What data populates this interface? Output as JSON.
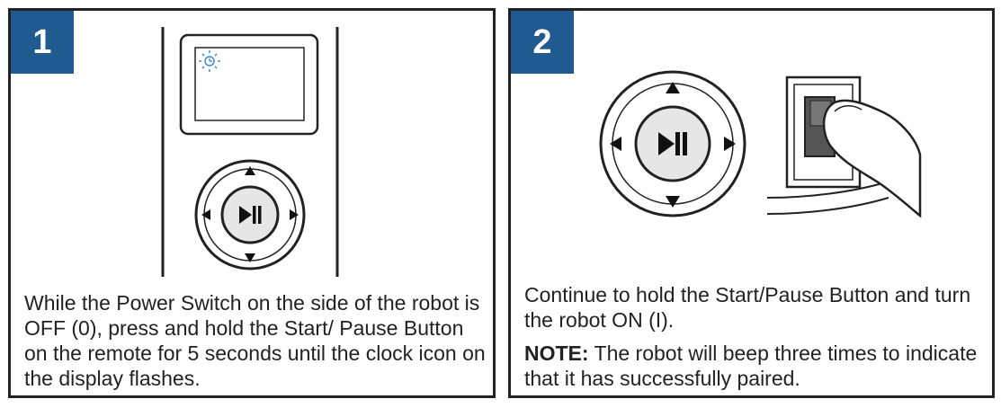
{
  "steps": [
    {
      "number": "1",
      "text": "While the Power Switch on the side of the robot is OFF (0), press and hold the Start/ Pause Button on the remote for 5 seconds until the clock icon on the display flashes."
    },
    {
      "number": "2",
      "text": "Continue to hold the Start/Pause Button and turn the robot ON (I).",
      "note_label": "NOTE:",
      "note_text": " The robot will beep three times to indicate that it has successfully paired."
    }
  ],
  "colors": {
    "badge": "#1f5a91",
    "border": "#222222",
    "button_fill": "#e6e6e6",
    "clock_icon": "#3a86c8"
  },
  "icons": [
    "clock-icon",
    "play-pause-icon",
    "arrow-up-icon",
    "arrow-down-icon",
    "arrow-left-icon",
    "arrow-right-icon",
    "power-switch-icon",
    "finger-icon"
  ]
}
